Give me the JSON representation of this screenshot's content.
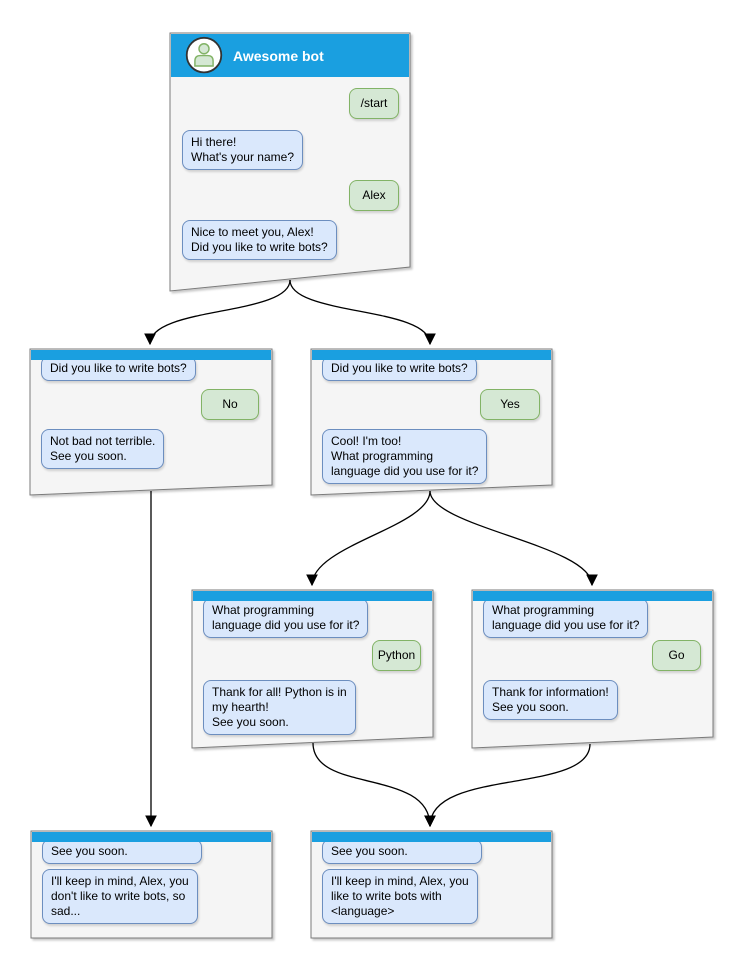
{
  "diagram": {
    "type": "chatbot-conversation-flow",
    "colors": {
      "header_blue": "#1a9fe0",
      "window_fill": "#f5f5f5",
      "window_border": "#7a7a7a",
      "bot_bubble_fill": "#dae8fc",
      "bot_bubble_border": "#6c8ebf",
      "user_bubble_fill": "#d5e8d4",
      "user_bubble_border": "#82b366",
      "title_text": "#ffffff",
      "connector": "#000000"
    }
  },
  "windows": [
    {
      "id": "awesome-bot",
      "title": "Awesome bot",
      "messages": [
        {
          "from": "user",
          "text": "/start"
        },
        {
          "from": "bot",
          "text": "Hi there!\nWhat's your name?"
        },
        {
          "from": "user",
          "text": "Alex"
        },
        {
          "from": "bot",
          "text": "Nice to meet you, Alex!\nDid you like to write bots?"
        }
      ]
    },
    {
      "id": "branch-no",
      "messages": [
        {
          "from": "bot",
          "text": "Did you like to write bots?"
        },
        {
          "from": "user",
          "text": "No"
        },
        {
          "from": "bot",
          "text": "Not bad not terrible.\nSee you soon."
        }
      ]
    },
    {
      "id": "branch-yes",
      "messages": [
        {
          "from": "bot",
          "text": "Did you like to write bots?"
        },
        {
          "from": "user",
          "text": "Yes"
        },
        {
          "from": "bot",
          "text": "Cool! I'm too!\nWhat programming\nlanguage did you use for it?"
        }
      ]
    },
    {
      "id": "lang-python",
      "messages": [
        {
          "from": "bot",
          "text": "What programming\nlanguage did you use for it?"
        },
        {
          "from": "user",
          "text": "Python"
        },
        {
          "from": "bot",
          "text": "Thank for all! Python is in\nmy hearth!\nSee you soon."
        }
      ]
    },
    {
      "id": "lang-go",
      "messages": [
        {
          "from": "bot",
          "text": "What programming\nlanguage did you use for it?"
        },
        {
          "from": "user",
          "text": "Go"
        },
        {
          "from": "bot",
          "text": "Thank for information!\nSee you soon."
        }
      ]
    },
    {
      "id": "end-no",
      "messages": [
        {
          "from": "bot",
          "text": "See you soon."
        },
        {
          "from": "bot",
          "text": "I'll keep in mind, Alex, you\ndon't like to write bots, so\nsad..."
        }
      ]
    },
    {
      "id": "end-language",
      "messages": [
        {
          "from": "bot",
          "text": "See you soon."
        },
        {
          "from": "bot",
          "text": "I'll keep in mind, Alex, you\nlike to write bots with\n<language>"
        }
      ]
    }
  ],
  "connections": [
    {
      "from": "awesome-bot",
      "to": "branch-no"
    },
    {
      "from": "awesome-bot",
      "to": "branch-yes"
    },
    {
      "from": "branch-no",
      "to": "end-no"
    },
    {
      "from": "branch-yes",
      "to": "lang-python"
    },
    {
      "from": "branch-yes",
      "to": "lang-go"
    },
    {
      "from": "lang-python",
      "to": "end-language"
    },
    {
      "from": "lang-go",
      "to": "end-language"
    }
  ]
}
